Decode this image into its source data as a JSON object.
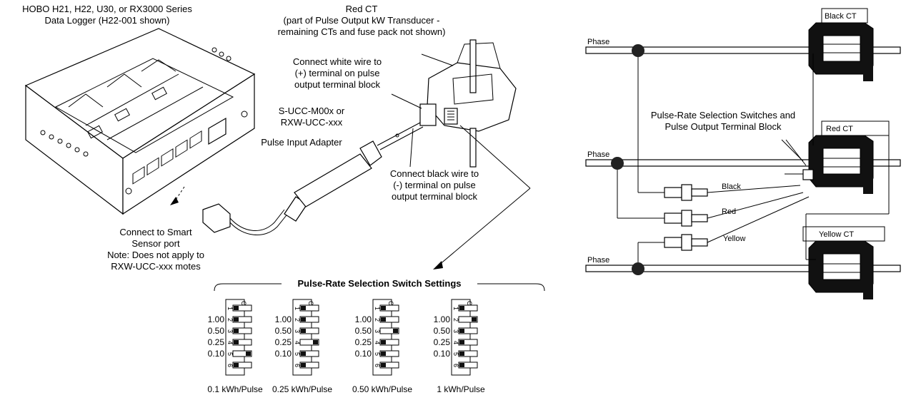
{
  "left": {
    "logger_label": [
      "HOBO H21, H22, U30, or RX3000 Series",
      "Data Logger (H22-001 shown)"
    ],
    "red_ct_label": [
      "Red CT",
      "(part of Pulse Output kW Transducer -",
      "remaining CTs and fuse pack not shown)"
    ],
    "white_wire_label": [
      "Connect white wire to",
      "(+) terminal on pulse",
      "output terminal block"
    ],
    "cable_label": [
      "S-UCC-M00x or",
      "RXW-UCC-xxx"
    ],
    "adapter_label": "Pulse Input Adapter",
    "black_wire_label": [
      "Connect black wire to",
      "(-) terminal on pulse",
      "output terminal block"
    ],
    "smart_sensor_label": [
      "Connect to Smart",
      "Sensor port",
      "Note: Does not apply to",
      "RXW-UCC-xxx motes"
    ]
  },
  "switch_settings": {
    "title": "Pulse-Rate Selection Switch Settings",
    "on_label": "ON",
    "switch_numbers": [
      "1",
      "2",
      "3",
      "4",
      "5",
      "6"
    ],
    "row_values": [
      "1.00",
      "0.50",
      "0.25",
      "0.10"
    ],
    "groups": [
      {
        "caption": "0.1 kWh/Pulse",
        "on_switches": [
          5
        ]
      },
      {
        "caption": "0.25 kWh/Pulse",
        "on_switches": [
          4
        ]
      },
      {
        "caption": "0.50 kWh/Pulse",
        "on_switches": [
          3
        ]
      },
      {
        "caption": "1 kWh/Pulse",
        "on_switches": [
          2
        ]
      }
    ]
  },
  "right": {
    "phase_label": "Phase",
    "black_ct": "Black CT",
    "red_ct": "Red CT",
    "yellow_ct": "Yellow CT",
    "switches_label": [
      "Pulse-Rate Selection Switches and",
      "Pulse Output Terminal Block"
    ],
    "wire_black": "Black",
    "wire_red": "Red",
    "wire_yellow": "Yellow"
  }
}
